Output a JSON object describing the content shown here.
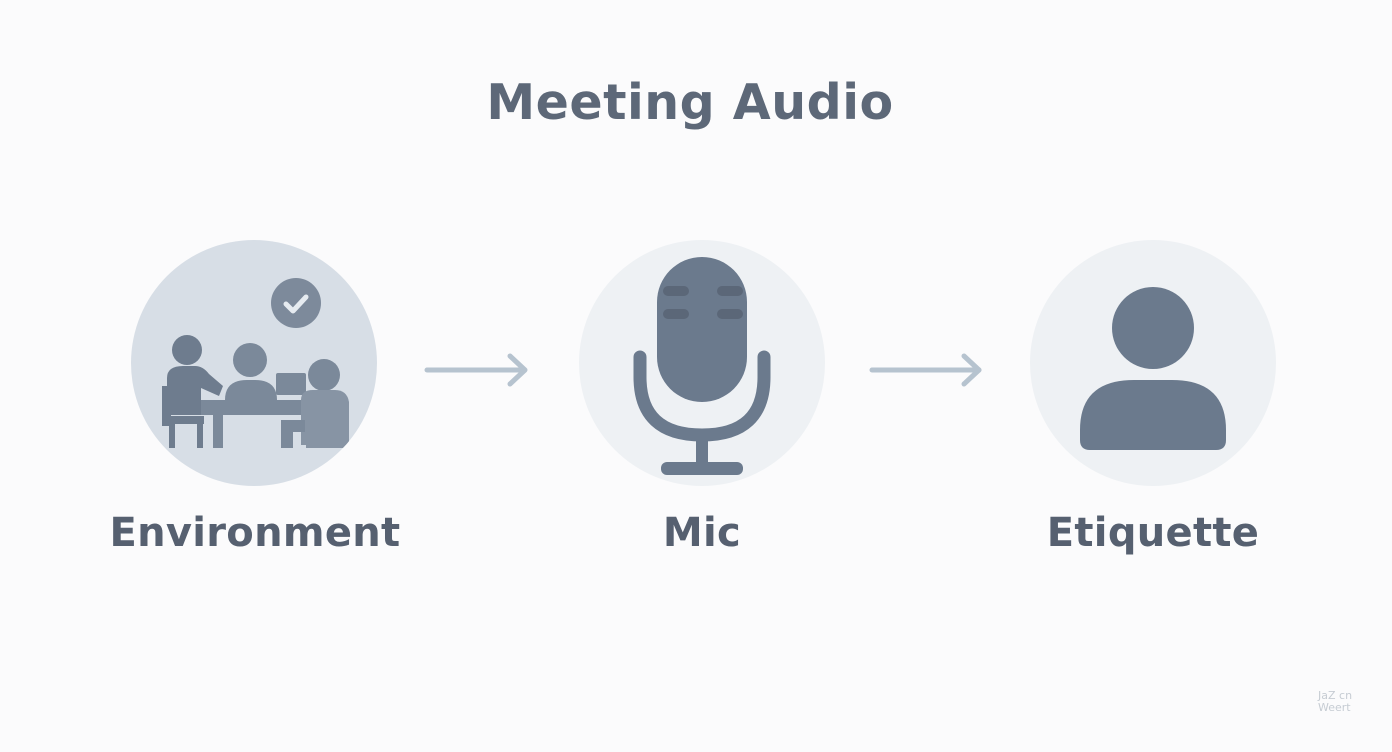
{
  "title": "Meeting Audio",
  "steps": [
    {
      "label": "Environment",
      "icon": "meeting-table-people-icon"
    },
    {
      "label": "Mic",
      "icon": "microphone-icon"
    },
    {
      "label": "Etiquette",
      "icon": "person-icon"
    }
  ],
  "watermark": "JaZ cn\nWeert",
  "colors": {
    "background": "#fbfbfc",
    "title": "#5d6878",
    "label": "#566070",
    "icon": "#6b7a8d",
    "arrow": "#b6c3cf",
    "environment_circle": "#d7dee6",
    "other_circles": "#eef1f4"
  }
}
